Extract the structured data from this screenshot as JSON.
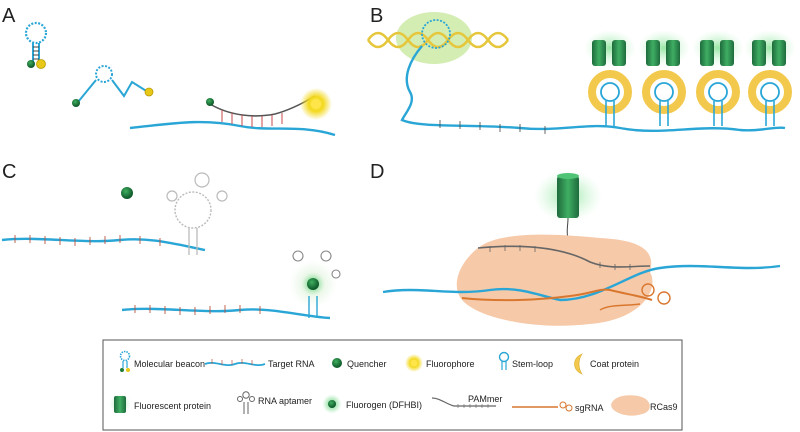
{
  "panels": {
    "a": "A",
    "b": "B",
    "c": "C",
    "d": "D"
  },
  "legend": {
    "molecular_beacon": "Molecular beacon",
    "target_rna": "Target RNA",
    "quencher": "Quencher",
    "fluorophore": "Fluorophore",
    "stem_loop": "Stem-loop",
    "coat_protein": "Coat protein",
    "fluorescent_protein": "Fluorescent protein",
    "rna_aptamer": "RNA aptamer",
    "fluorogen": "Fluorogen (DFHBI)",
    "pammer": "PAMmer",
    "sgrna": "sgRNA",
    "rcas9": "RCas9"
  },
  "colors": {
    "rna": "#2aa6d6",
    "quencher": "#1f7a3c",
    "fluorophore": "#e8c817",
    "coat_protein": "#f2c94c",
    "fluorescent_protein": "#2e8b57",
    "glow_green": "#7fd98f",
    "rcas9": "#f6c9a8",
    "sgrna": "#d9772f",
    "dna": "#e6c63a",
    "pammer": "#555555"
  },
  "icons": [
    "beacon-icon",
    "rna-strand-icon",
    "quencher-dot-icon",
    "fluorophore-glow-icon",
    "stem-loop-icon",
    "coat-protein-icon",
    "cylinder-icon",
    "aptamer-icon",
    "fluorogen-glow-icon",
    "pammer-icon",
    "sgrna-icon",
    "rcas9-blob-icon"
  ]
}
